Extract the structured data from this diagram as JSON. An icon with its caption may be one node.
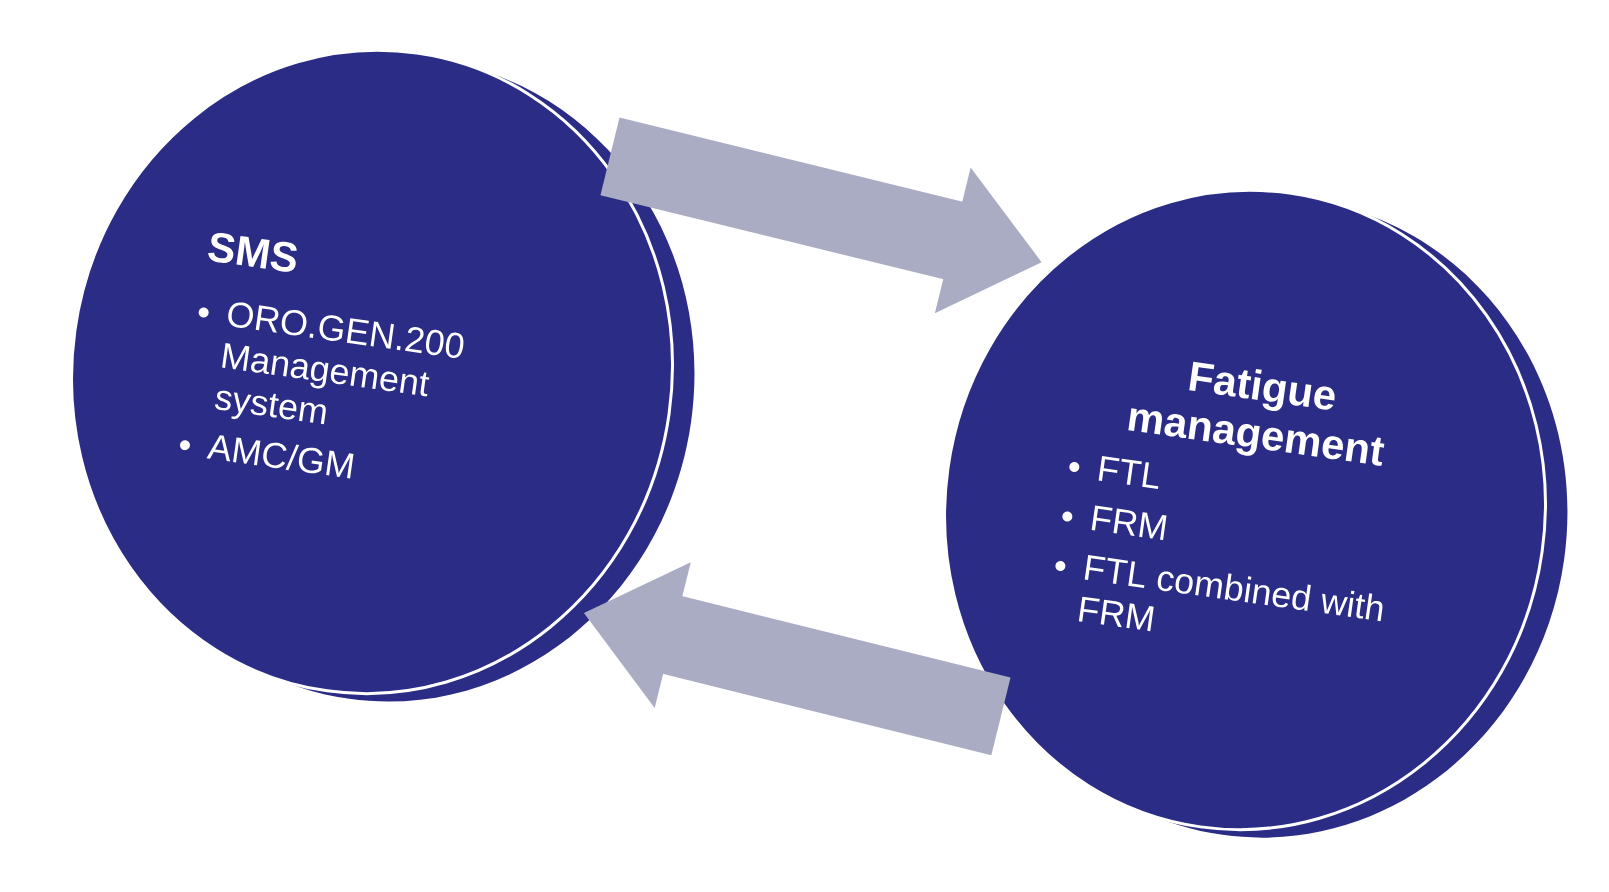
{
  "diagram": {
    "nodes": [
      {
        "text": [
          "SMS",
          "ORO.GEN.200 Management system",
          "AMC/GM"
        ]
      },
      {
        "text": [
          "Fatigue management",
          "FTL",
          "FRM",
          "FTL combined with FRM"
        ]
      }
    ],
    "edges": [
      {
        "from": 0,
        "to": 1,
        "arrow": "to"
      },
      {
        "from": 1,
        "to": 0,
        "arrow": "to"
      }
    ]
  }
}
